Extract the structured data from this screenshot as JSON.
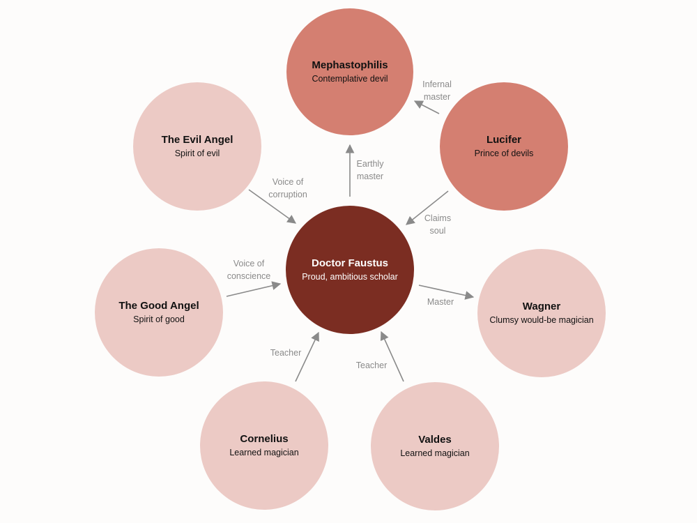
{
  "nodes": {
    "faustus": {
      "name": "Doctor Faustus",
      "desc": "Proud, ambitious scholar"
    },
    "mephastophilis": {
      "name": "Mephastophilis",
      "desc": "Contemplative devil"
    },
    "lucifer": {
      "name": "Lucifer",
      "desc": "Prince of devils"
    },
    "evil_angel": {
      "name": "The Evil Angel",
      "desc": "Spirit of evil"
    },
    "good_angel": {
      "name": "The Good Angel",
      "desc": "Spirit of good"
    },
    "wagner": {
      "name": "Wagner",
      "desc": "Clumsy would-be magician"
    },
    "cornelius": {
      "name": "Cornelius",
      "desc": "Learned magician"
    },
    "valdes": {
      "name": "Valdes",
      "desc": "Learned magician"
    }
  },
  "edges": {
    "lucifer_meph": {
      "line1": "Infernal",
      "line2": "master"
    },
    "faustus_meph": {
      "line1": "Earthly",
      "line2": "master"
    },
    "evil_faustus": {
      "line1": "Voice of",
      "line2": "corruption"
    },
    "lucifer_faustus": {
      "line1": "Claims",
      "line2": "soul"
    },
    "good_faustus": {
      "line1": "Voice of",
      "line2": "conscience"
    },
    "faustus_wagner": {
      "line1": "Master"
    },
    "cornelius_faustus": {
      "line1": "Teacher"
    },
    "valdes_faustus": {
      "line1": "Teacher"
    }
  },
  "colors": {
    "center": "#7b2d22",
    "devils": "#d47f71",
    "others": "#eccac5",
    "arrow": "#8a8a8a",
    "edge_label": "#8a8a8a"
  }
}
